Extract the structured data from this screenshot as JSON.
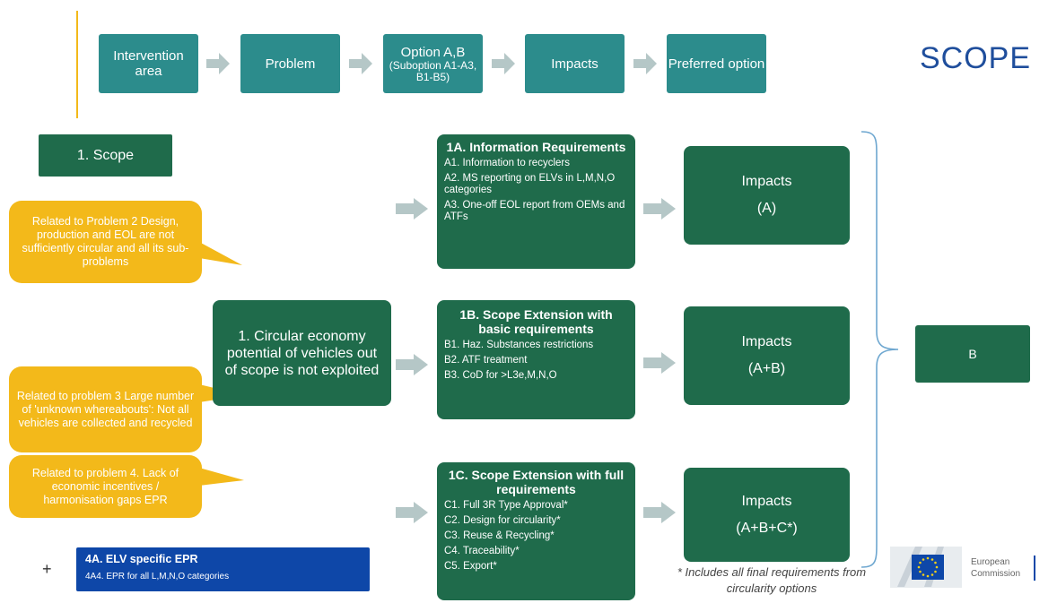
{
  "header": {
    "steps": [
      {
        "label": "Intervention area",
        "sub": ""
      },
      {
        "label": "Problem",
        "sub": ""
      },
      {
        "label": "Option A,B",
        "sub": "(Suboption A1-A3, B1-B5)"
      },
      {
        "label": "Impacts",
        "sub": ""
      },
      {
        "label": "Preferred option",
        "sub": ""
      }
    ],
    "title": "SCOPE"
  },
  "area_label": "1. Scope",
  "problem_main": "1. Circular economy potential of vehicles out of scope is not exploited",
  "callouts": [
    "Related to Problem 2 Design, production and EOL are not sufficiently circular and all its sub-problems",
    "Related to problem 3 Large number of 'unknown whereabouts': Not all vehicles are collected and recycled",
    "Related to problem 4. Lack of economic incentives / harmonisation gaps EPR"
  ],
  "options": [
    {
      "title": "1A. Information Requirements",
      "items": [
        "A1. Information to recyclers",
        "A2. MS reporting on ELVs in L,M,N,O categories",
        "A3. One-off EOL report from OEMs and ATFs"
      ]
    },
    {
      "title": "1B. Scope Extension with basic requirements",
      "items": [
        "B1. Haz. Substances restrictions",
        "B2. ATF treatment",
        "B3. CoD for >L3e,M,N,O"
      ]
    },
    {
      "title": "1C. Scope Extension with full requirements",
      "items": [
        "C1. Full 3R Type Approval*",
        "C2. Design for circularity*",
        "C3. Reuse & Recycling*",
        "C4. Traceability*",
        "C5. Export*"
      ]
    }
  ],
  "impacts": [
    {
      "label": "Impacts",
      "value": "(A)"
    },
    {
      "label": "Impacts",
      "value": "(A+B)"
    },
    {
      "label": "Impacts",
      "value": "(A+B+C*)"
    }
  ],
  "preferred": "B",
  "epr": {
    "plus": "+",
    "title": "4A. ELV specific EPR",
    "sub": "4A4. EPR for all L,M,N,O categories"
  },
  "footnote": "* Includes all final requirements from circularity options",
  "logo": {
    "line1": "European",
    "line2": "Commission"
  },
  "colors": {
    "teal": "#2c8c8c",
    "green": "#1f6b4b",
    "yellow": "#f3b91a",
    "navy": "#0e47a8",
    "title_blue": "#1f4e9c",
    "arrow_gray": "#b5c7c7"
  }
}
